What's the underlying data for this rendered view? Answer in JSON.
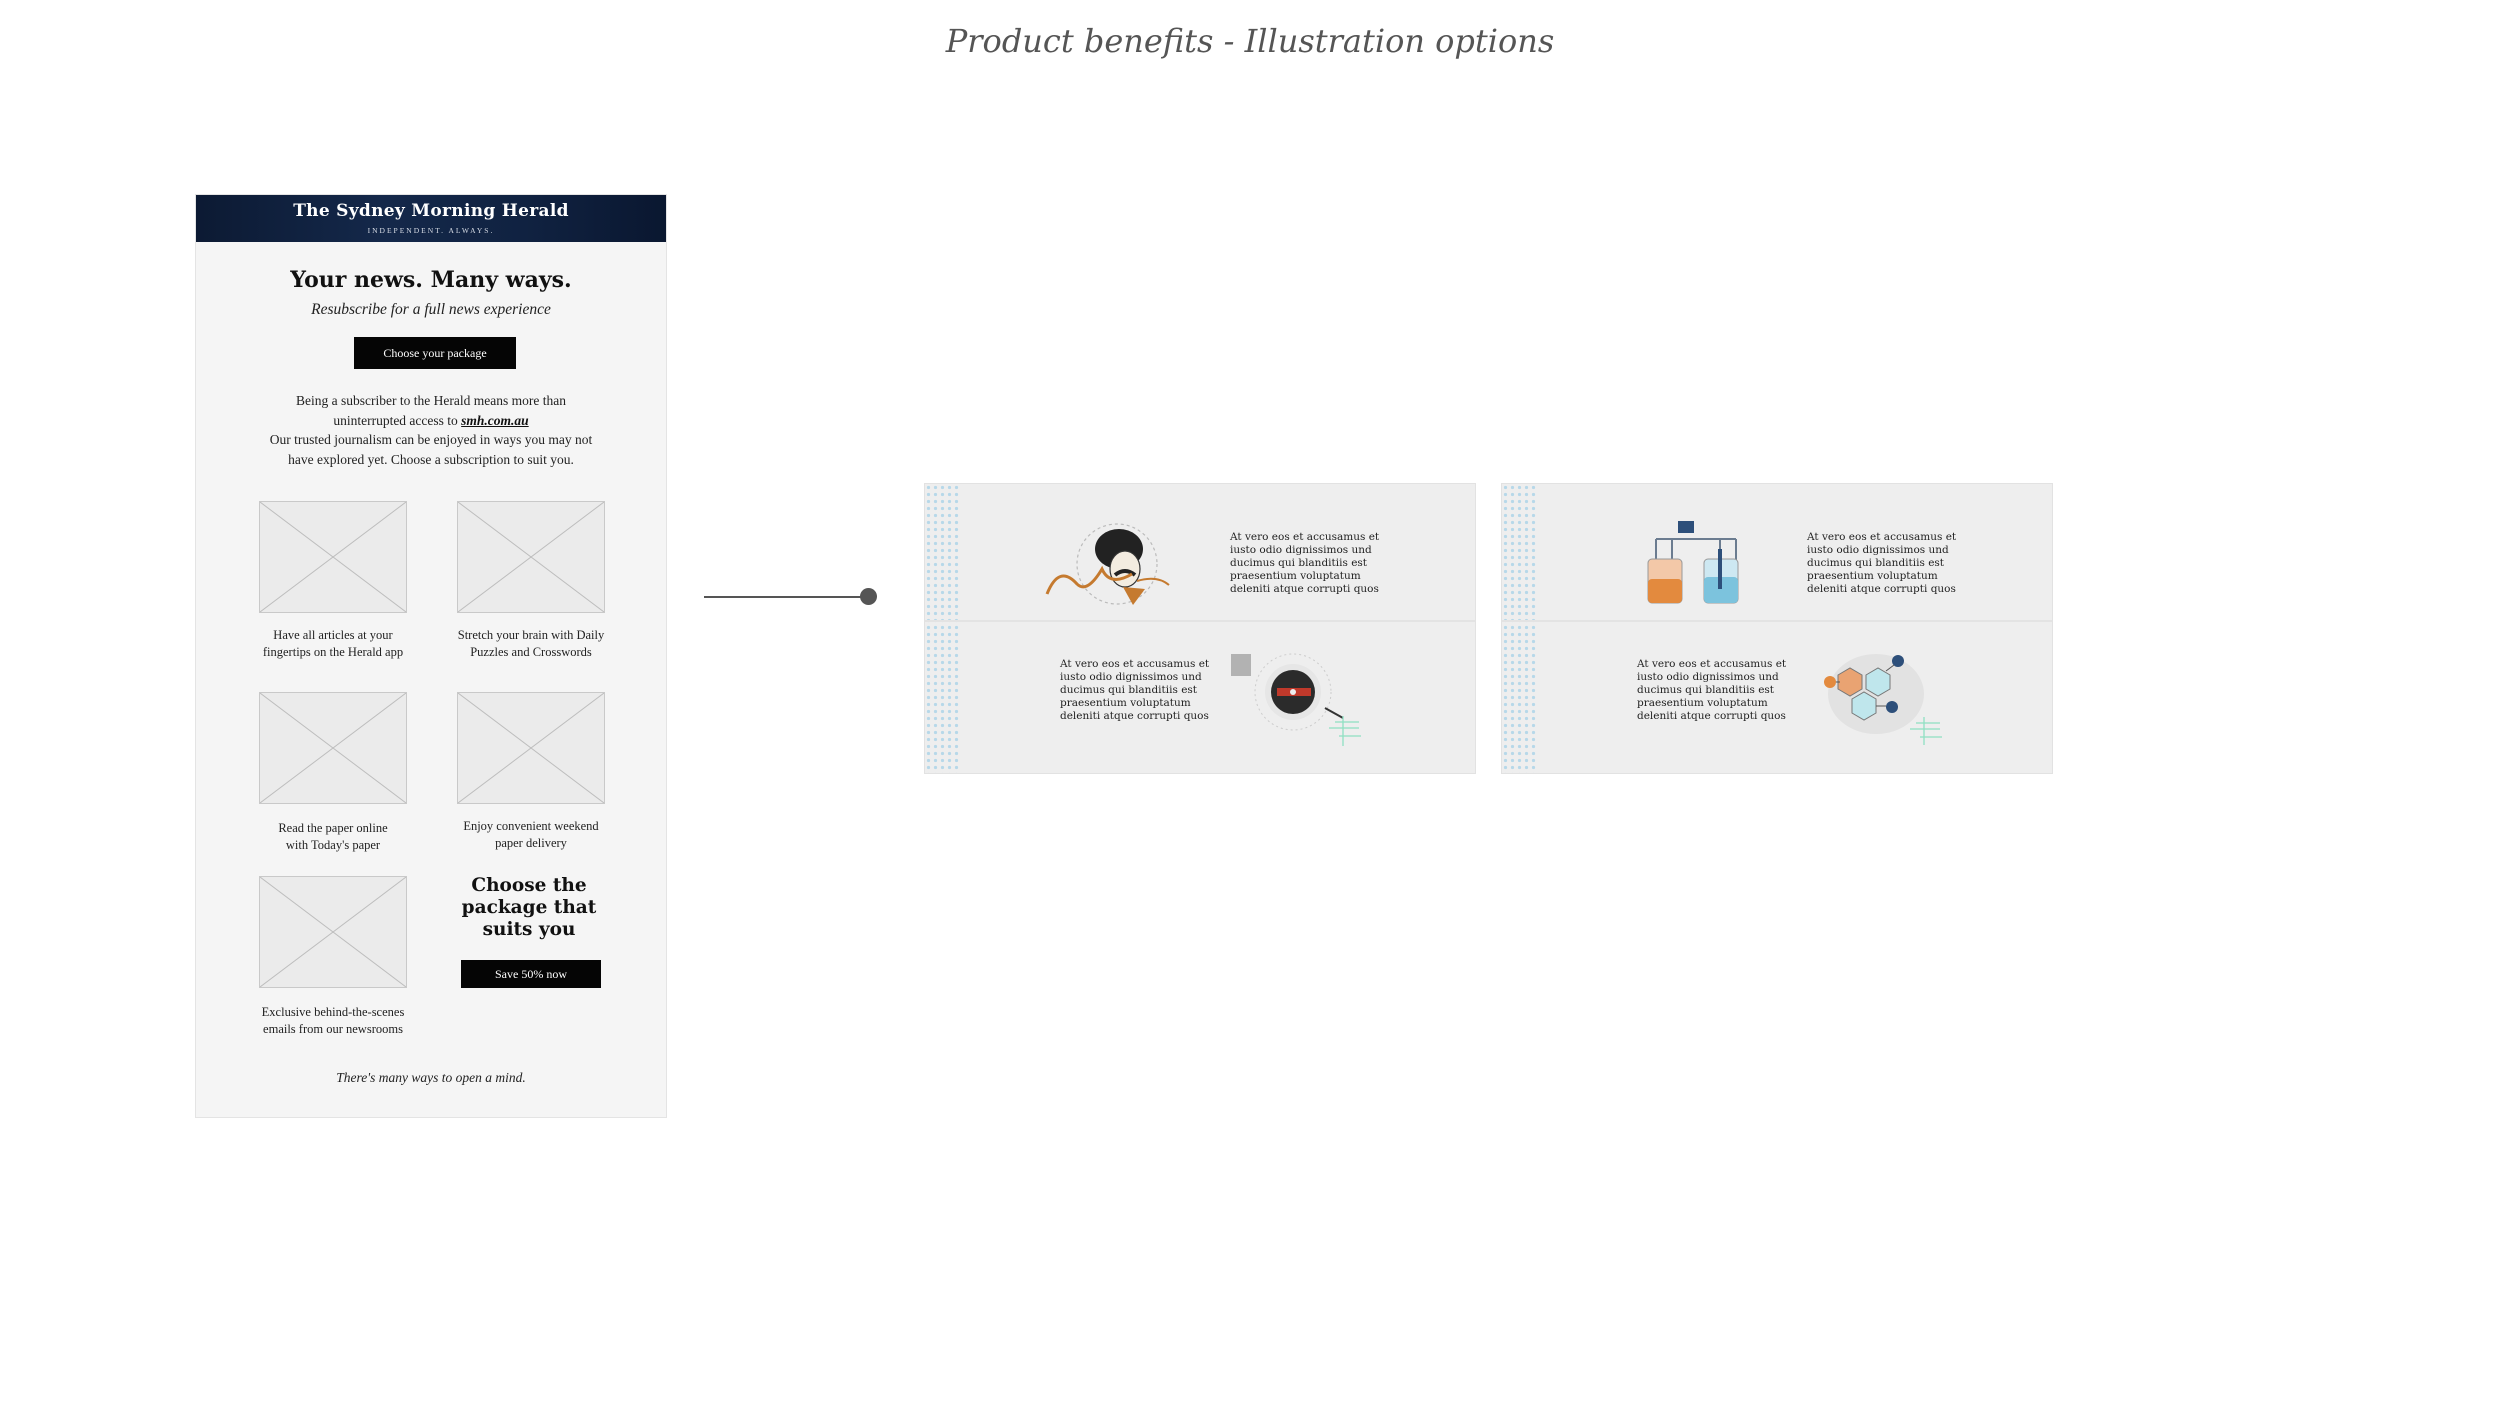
{
  "page": {
    "title": "Product benefits - Illustration options"
  },
  "email": {
    "masthead": {
      "logo": "The Sydney Morning Herald",
      "tagline": "INDEPENDENT. ALWAYS."
    },
    "headline": "Your news. Many ways.",
    "subhead": "Resubscribe for a full news experience",
    "choose_button": "Choose your package",
    "intro": {
      "line1": "Being a subscriber to the Herald means more than",
      "line2_prefix": "uninterrupted access to ",
      "link": "smh.com.au",
      "line3": "Our trusted journalism can be enjoyed in ways you may not",
      "line4": "have explored yet. Choose a subscription to suit you."
    },
    "benefits": [
      {
        "line1": "Have all articles at your",
        "line2": "fingertips on the Herald app"
      },
      {
        "line1": "Stretch your brain with Daily",
        "line2": "Puzzles and Crosswords"
      },
      {
        "line1": "Read the paper online",
        "line2": "with Today's paper"
      },
      {
        "line1": "Enjoy convenient weekend",
        "line2": "paper delivery"
      },
      {
        "line1": "Exclusive behind-the-scenes",
        "line2": "emails from our newsrooms"
      }
    ],
    "cta": {
      "line1": "Choose the",
      "line2": "package that",
      "line3": "suits you",
      "button": "Save 50% now"
    },
    "footer": "There's many ways to open a mind."
  },
  "panels": [
    {
      "top_text": [
        "At vero eos et accusamus et",
        "iusto odio dignissimos  und",
        "ducimus qui blanditiis est",
        "praesentium voluptatum",
        "deleniti atque corrupti quos"
      ],
      "bottom_text": [
        "At vero eos et accusamus et",
        "iusto odio dignissimos  und",
        "ducimus qui blanditiis est",
        "praesentium voluptatum",
        "deleniti atque corrupti quos"
      ],
      "top_illustration": "portrait-signature-icon",
      "bottom_illustration": "record-player-icon"
    },
    {
      "top_text": [
        "At vero eos et accusamus et",
        "iusto odio dignissimos  und",
        "ducimus qui blanditiis est",
        "praesentium voluptatum",
        "deleniti atque corrupti quos"
      ],
      "bottom_text": [
        "At vero eos et accusamus et",
        "iusto odio dignissimos  und",
        "ducimus qui blanditiis est",
        "praesentium voluptatum",
        "deleniti atque corrupti quos"
      ],
      "top_illustration": "lab-beakers-icon",
      "bottom_illustration": "molecule-icon"
    }
  ],
  "colors": {
    "masthead": "#0c1a33",
    "button": "#050505",
    "placeholder": "#ebebeb",
    "connector": "#555555",
    "texture": "#a9d3e8"
  }
}
